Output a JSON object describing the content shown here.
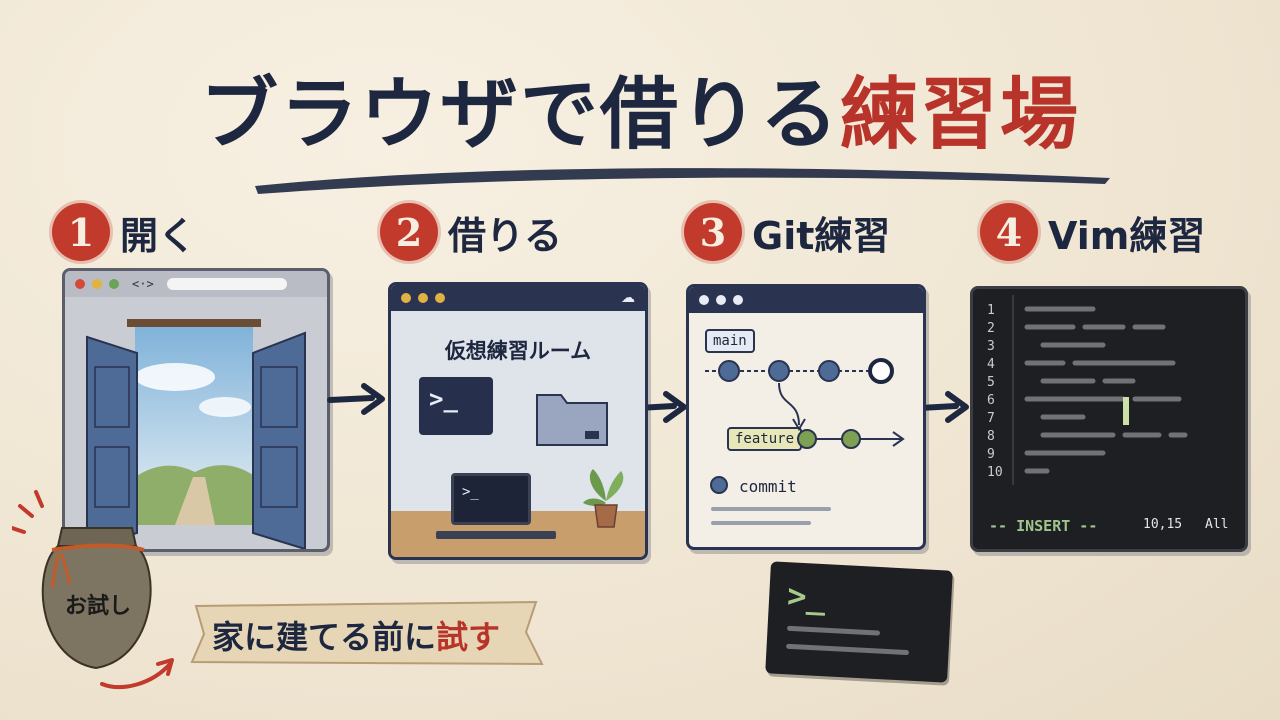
{
  "title": {
    "main": "ブラウザで借りる",
    "accent": "練習場"
  },
  "steps": [
    {
      "number": "1",
      "label": "開く"
    },
    {
      "number": "2",
      "label": "借りる"
    },
    {
      "number": "3",
      "label": "Git練習"
    },
    {
      "number": "4",
      "label": "Vim練習"
    }
  ],
  "browser_window": {
    "nav_arrows": "<·>"
  },
  "virtual_room": {
    "title": "仮想練習ルーム",
    "terminal_prompt": ">_",
    "laptop_prompt": ">_"
  },
  "git": {
    "branch_main": "main",
    "branch_feature": "feature",
    "commit_label": "commit"
  },
  "vim": {
    "line_numbers": [
      "1",
      "2",
      "3",
      "4",
      "5",
      "6",
      "7",
      "8",
      "9",
      "10"
    ],
    "mode": "-- INSERT --",
    "position": "10,15",
    "scroll": "All"
  },
  "small_terminal": {
    "prompt": ">_"
  },
  "pot": {
    "label": "お試し"
  },
  "banner": {
    "text_main": "家に建てる前に",
    "text_accent": "試す"
  },
  "colors": {
    "ink": "#1e2740",
    "accent_red": "#b8342a",
    "paper": "#f1e9d9"
  }
}
